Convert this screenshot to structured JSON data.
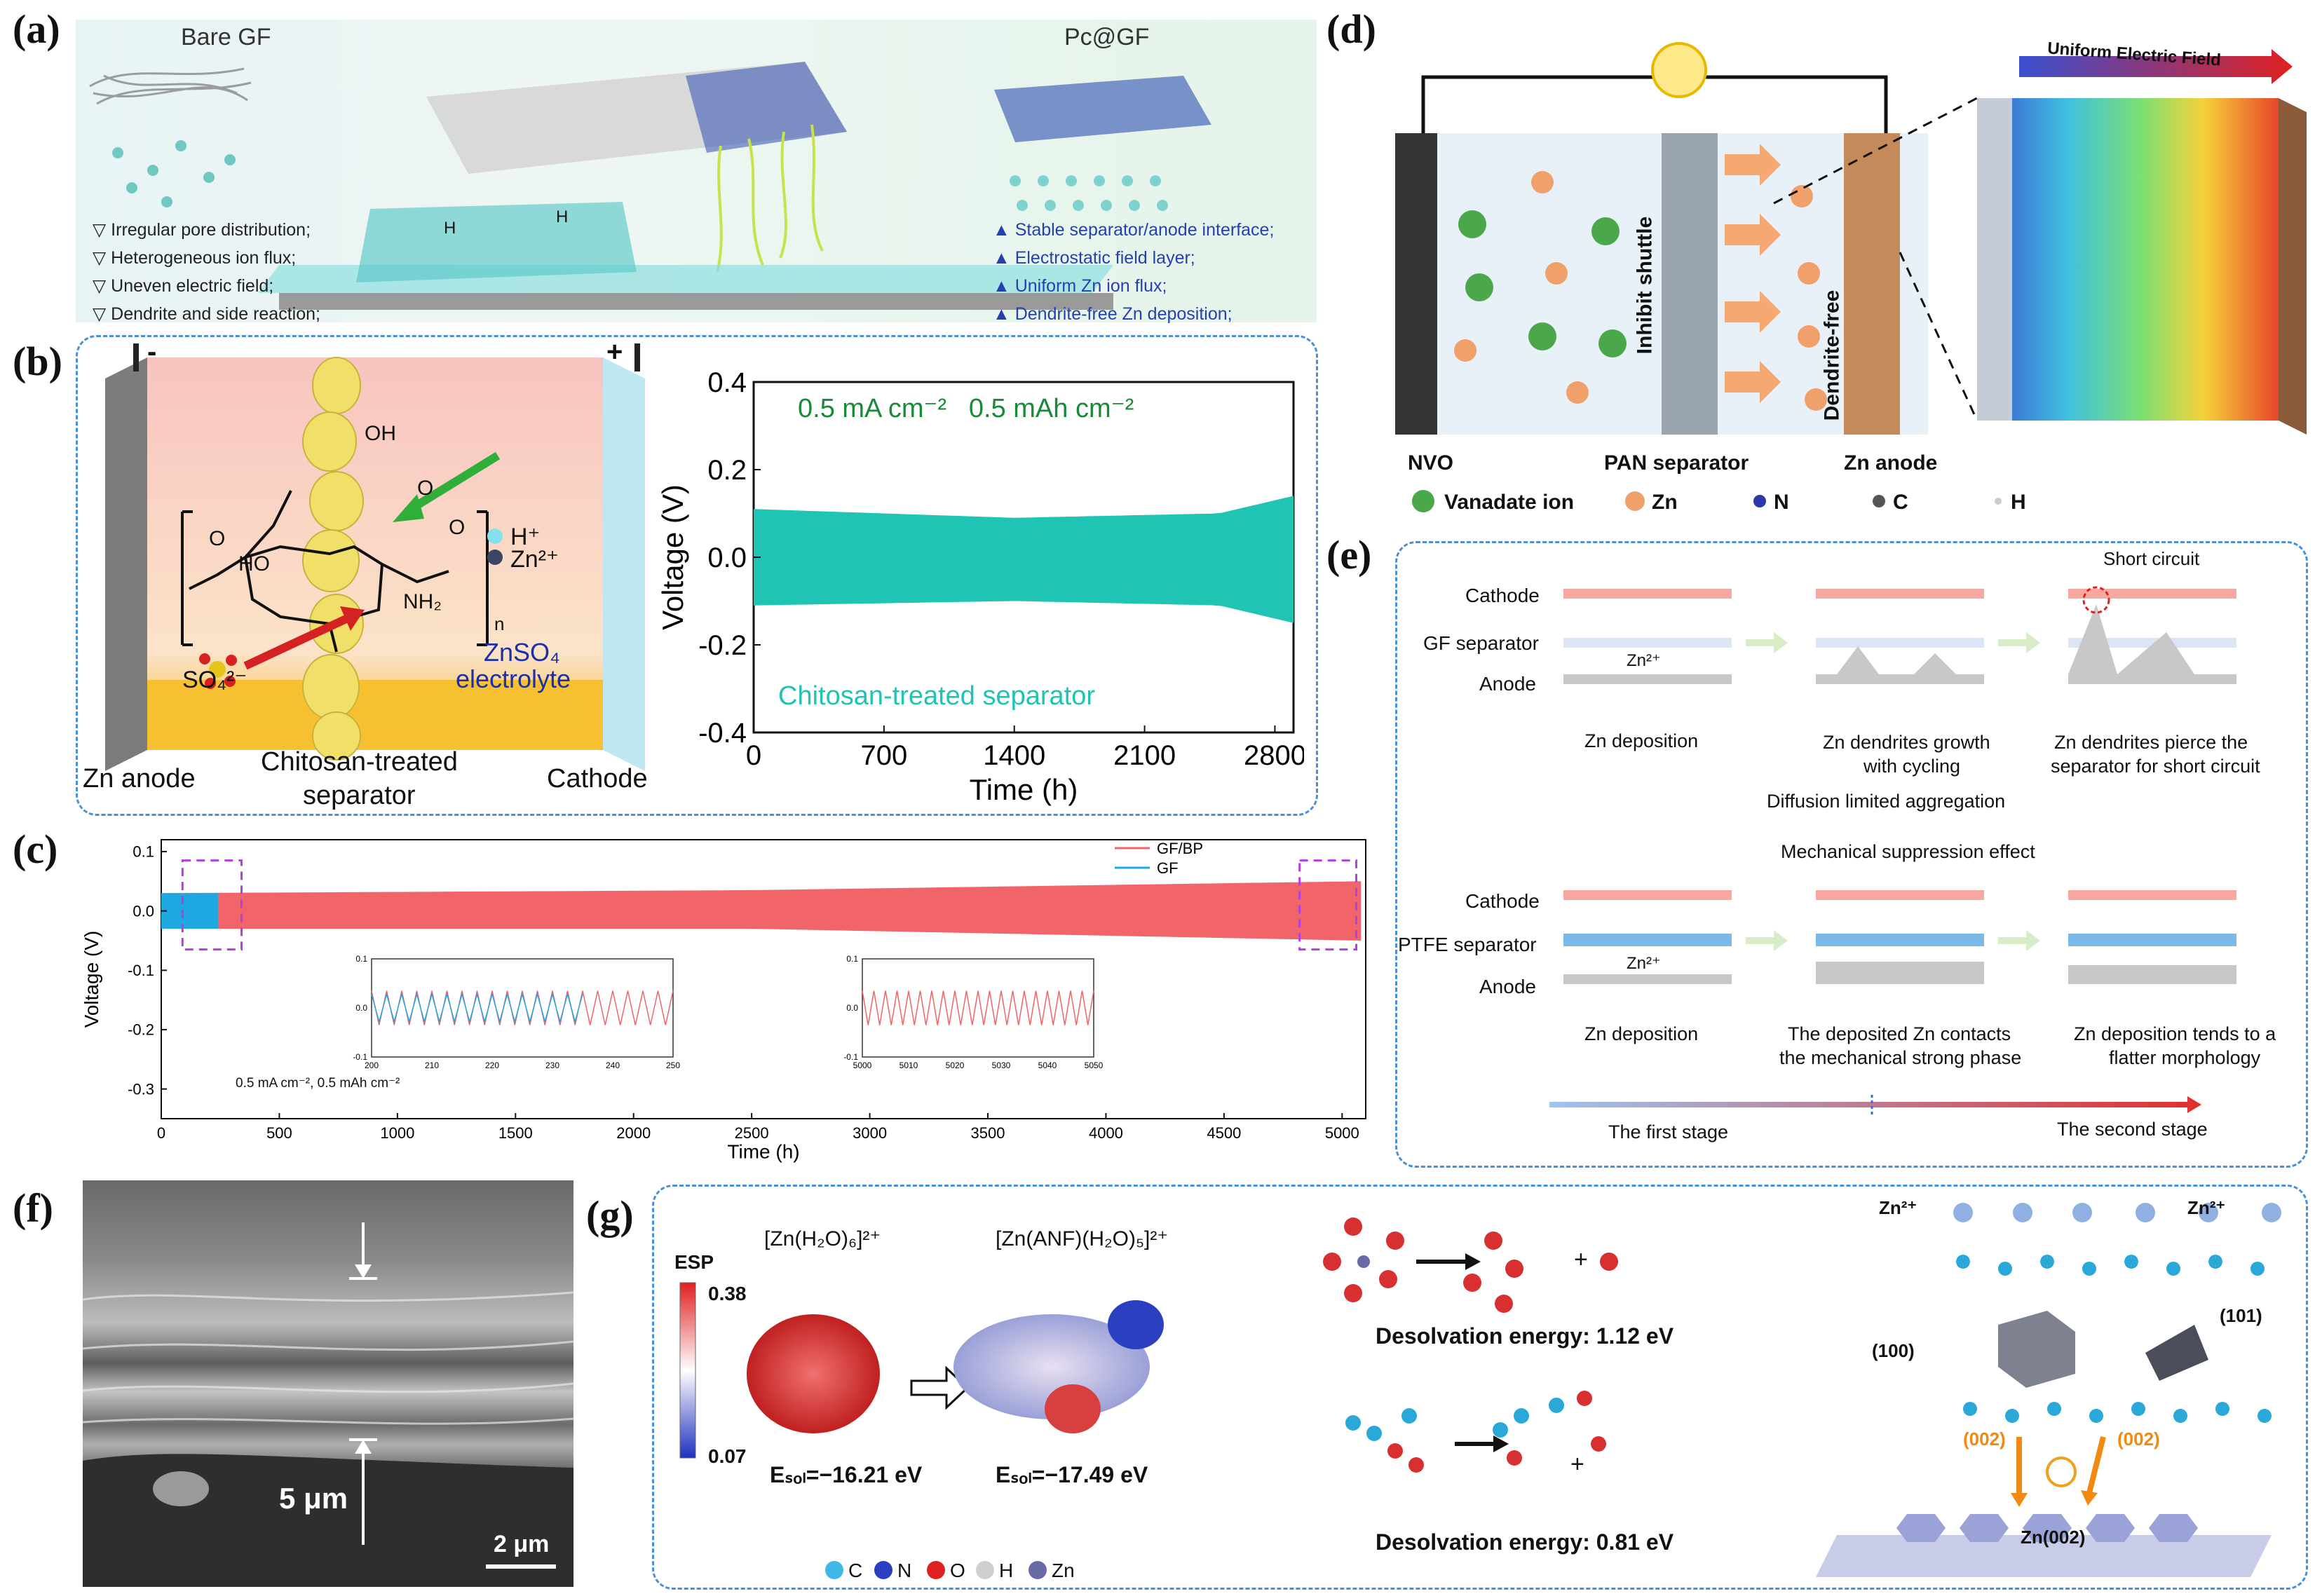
{
  "panels": {
    "a": {
      "label": "(a)",
      "bare_gf": "Bare GF",
      "pc_gf": "Pc@GF",
      "ion_labels": [
        "H",
        "H"
      ],
      "bare_points": [
        "Irregular pore distribution;",
        "Heterogeneous ion flux;",
        "Uneven electric field;",
        "Dendrite and side reaction;"
      ],
      "pc_points": [
        "Stable separator/anode interface;",
        "Electrostatic field layer;",
        "Uniform Zn ion flux;",
        "Dendrite-free Zn deposition;"
      ]
    },
    "b": {
      "label": "(b)",
      "minus": "-",
      "plus": "+",
      "h_plus": "H⁺",
      "zn2": "Zn²⁺",
      "oh": "OH",
      "ho": "HO",
      "o1": "O",
      "o2": "O",
      "o3": "O",
      "nh2": "NH₂",
      "n": "n",
      "so4": "SO₄²⁻",
      "znso4": "ZnSO₄",
      "electrolyte": "electrolyte",
      "zn_anode": "Zn anode",
      "separator_1": "Chitosan-treated",
      "separator_2": "separator",
      "cathode": "Cathode",
      "condition": "0.5 mA cm⁻²   0.5 mAh cm⁻²",
      "series_label": "Chitosan-treated separator"
    },
    "c": {
      "label": "(c)",
      "condition": "0.5 mA cm⁻², 0.5 mAh cm⁻²"
    },
    "d": {
      "label": "(d)",
      "field": "Uniform Electric Field",
      "inhibit": "Inhibit shuttle",
      "dendrite_free": "Dendrite-free",
      "nvo": "NVO",
      "pan": "PAN separator",
      "zn_anode": "Zn anode",
      "legend": [
        "Vanadate ion",
        "Zn",
        "N",
        "C",
        "H"
      ]
    },
    "e": {
      "label": "(e)",
      "short_circuit": "Short circuit",
      "cathode": "Cathode",
      "gf_sep": "GF separator",
      "anode": "Anode",
      "zn2": "Zn²⁺",
      "top_captions": [
        "Zn deposition",
        "Zn dendrites growth",
        "with cycling",
        "Zn dendrites pierce the",
        "separator for short circuit"
      ],
      "dla": "Diffusion limited aggregation",
      "mech": "Mechanical suppression effect",
      "cathode2": "Cathode",
      "ptfe_sep": "PTFE separator",
      "anode2": "Anode",
      "zn2b": "Zn²⁺",
      "bottom_captions": [
        "Zn deposition",
        "The deposited Zn contacts",
        "the mechanical strong phase",
        "Zn deposition tends to a",
        "flatter morphology"
      ],
      "first_stage": "The first stage",
      "second_stage": "The second stage"
    },
    "f": {
      "label": "(f)",
      "thickness": "5 μm",
      "scalebar": "2 μm"
    },
    "g": {
      "label": "(g)",
      "esp": "ESP",
      "esp_max": "0.38",
      "esp_min": "0.07",
      "complex1": "[Zn(H₂O)₆]²⁺",
      "complex2": "[Zn(ANF)(H₂O)₅]²⁺",
      "esol1": "Eₛₒₗ=−16.21 eV",
      "esol2": "Eₛₒₗ=−17.49 eV",
      "atoms": [
        "C",
        "N",
        "O",
        "H",
        "Zn"
      ],
      "desolv1": "Desolvation energy: 1.12 eV",
      "desolv2": "Desolvation energy: 0.81 eV",
      "plus1": "+",
      "plus2": "+",
      "zn_left": "Zn²⁺",
      "zn_right": "Zn²⁺",
      "f100": "(100)",
      "f101": "(101)",
      "f002a": "(002)",
      "f002b": "(002)",
      "zn002": "Zn(002)"
    }
  },
  "chart_data": [
    {
      "type": "line",
      "panel": "b",
      "title": "",
      "xlabel": "Time (h)",
      "ylabel": "Voltage (V)",
      "xlim": [
        0,
        2900
      ],
      "ylim": [
        -0.4,
        0.4
      ],
      "xticks": [
        0,
        700,
        1400,
        2100,
        2800
      ],
      "yticks": [
        -0.4,
        -0.2,
        0.0,
        0.2,
        0.4
      ],
      "series": [
        {
          "name": "Chitosan-treated separator",
          "color": "#1fc4b4",
          "envelope_upper": [
            [
              0,
              0.11
            ],
            [
              1400,
              0.09
            ],
            [
              2500,
              0.1
            ],
            [
              2900,
              0.14
            ]
          ],
          "envelope_lower": [
            [
              0,
              -0.11
            ],
            [
              1400,
              -0.1
            ],
            [
              2500,
              -0.11
            ],
            [
              2900,
              -0.15
            ]
          ]
        }
      ]
    },
    {
      "type": "line",
      "panel": "c",
      "title": "",
      "xlabel": "Time (h)",
      "ylabel": "Voltage (V)",
      "xlim": [
        0,
        5100
      ],
      "ylim": [
        -0.35,
        0.12
      ],
      "xticks": [
        0,
        500,
        1000,
        1500,
        2000,
        2500,
        3000,
        3500,
        4000,
        4500,
        5000
      ],
      "yticks": [
        0.1,
        0.0,
        -0.1,
        -0.2,
        -0.3
      ],
      "series": [
        {
          "name": "GF/BP",
          "color": "#f0646a",
          "envelope_upper": [
            [
              0,
              0.03
            ],
            [
              2500,
              0.035
            ],
            [
              5080,
              0.05
            ]
          ],
          "envelope_lower": [
            [
              0,
              -0.03
            ],
            [
              2500,
              -0.03
            ],
            [
              5080,
              -0.05
            ]
          ]
        },
        {
          "name": "GF",
          "color": "#1ea8e0",
          "envelope_upper": [
            [
              0,
              0.03
            ],
            [
              240,
              0.03
            ]
          ],
          "envelope_lower": [
            [
              0,
              -0.03
            ],
            [
              240,
              -0.03
            ]
          ]
        }
      ],
      "insets": [
        {
          "xlim": [
            200,
            250
          ],
          "ylim": [
            -0.1,
            0.1
          ],
          "xticks": [
            200,
            210,
            220,
            230,
            240,
            250
          ],
          "yticks": [
            0.1,
            0.0,
            -0.1
          ]
        },
        {
          "xlim": [
            5000,
            5050
          ],
          "ylim": [
            -0.1,
            0.1
          ],
          "xticks": [
            5000,
            5010,
            5020,
            5030,
            5040,
            5050
          ],
          "yticks": [
            0.1,
            0.0,
            -0.1
          ]
        }
      ]
    }
  ]
}
